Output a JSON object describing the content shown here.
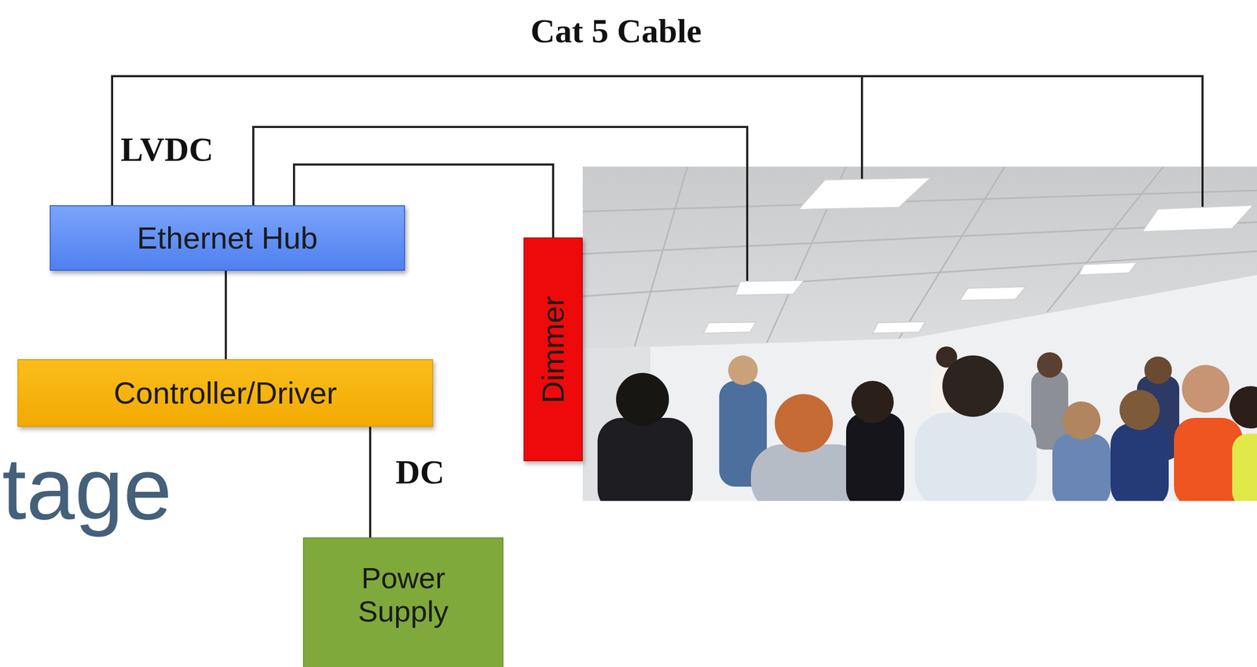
{
  "diagram": {
    "nodes": [
      {
        "text": [
          "Ethernet Hub"
        ]
      },
      {
        "text": [
          "Dimmer"
        ]
      },
      {
        "text": [
          "Controller/Driver"
        ]
      },
      {
        "text": [
          "Power Supply"
        ]
      }
    ],
    "edges": [
      {
        "from": 0,
        "to": 2,
        "arrow": "none"
      },
      {
        "from": 2,
        "to": 3,
        "label": "DC",
        "arrow": "none"
      },
      {
        "from": 0,
        "to": 1,
        "arrow": "none"
      }
    ],
    "labels": [
      "Cat 5 Cable",
      "LVDC",
      "tage"
    ]
  }
}
